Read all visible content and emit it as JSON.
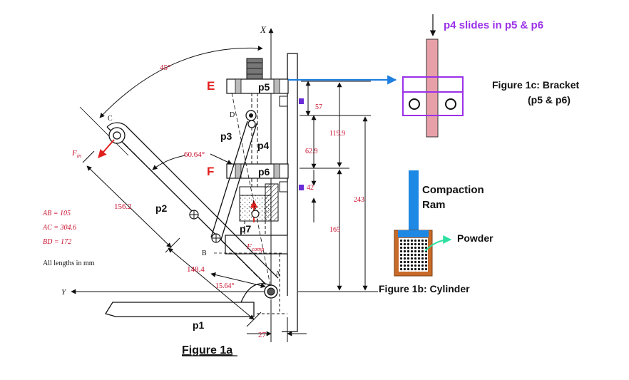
{
  "figure_1a": {
    "caption": "Figure 1a",
    "axis_x": "X",
    "axis_y": "Y",
    "angle_45": "45°",
    "angle_60": "60.64°",
    "angle_15": "15.64°",
    "dim_156": "156.2",
    "dim_148": "148.4",
    "dim_57": "57",
    "dim_119": "119.9",
    "dim_62": "62.9",
    "dim_42": "42",
    "dim_243": "243",
    "dim_165": "165",
    "dim_27": "27",
    "lengths": [
      "AB = 105",
      "AC = 304.6",
      "BD = 172"
    ],
    "units_note": "All lengths in mm",
    "f_in": "F",
    "f_in_sub": "in",
    "f_comp": "F",
    "f_comp_sub": "comp",
    "point_a": "A",
    "point_b": "B",
    "point_c": "C",
    "point_d": "D",
    "point_e": "E",
    "point_f": "F",
    "parts": {
      "p1": "p1",
      "p2": "p2",
      "p3": "p3",
      "p4": "p4",
      "p5": "p5",
      "p6": "p6",
      "p7": "p7"
    }
  },
  "figure_1b": {
    "caption": "Figure 1b: Cylinder",
    "ram_label_1": "Compaction",
    "ram_label_2": "Ram",
    "powder_label": "Powder"
  },
  "figure_1c": {
    "caption_1": "Figure 1c: Bracket",
    "caption_2": "(p5 & p6)",
    "slide_note": "p4 slides in p5 & p6"
  },
  "colors": {
    "red_text": "#c8102e",
    "purple": "#9b30e8",
    "blue_arrow": "#1f7fe0",
    "rod_pink": "#e8a0a8",
    "cylinder_orange": "#c86a28",
    "ram_blue": "#1e88e5",
    "powder_arrow": "#2ee0a0"
  }
}
